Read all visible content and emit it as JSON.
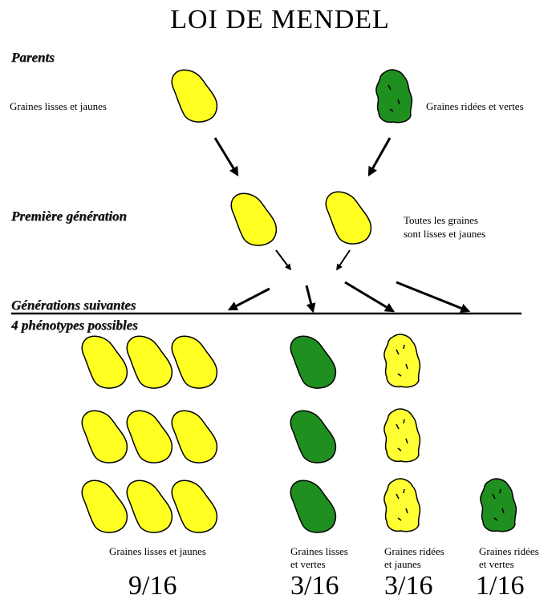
{
  "title": "LOI DE MENDEL",
  "sections": {
    "parents": "Parents",
    "first_generation": "Première génération",
    "following_generations": "Générations suivantes",
    "phenotypes": "4 phénotypes possibles"
  },
  "parents": {
    "left_label": "Graines lisses et jaunes",
    "right_label": "Graines ridées et vertes"
  },
  "first_generation_note": {
    "line1": "Toutes les graines",
    "line2": "sont lisses et jaunes"
  },
  "phenotypes": [
    {
      "label_line1": "Graines lisses et jaunes",
      "label_line2": "",
      "fraction": "9/16",
      "count": 9,
      "shape": "smooth",
      "color": "#ffff22"
    },
    {
      "label_line1": "Graines lisses",
      "label_line2": "et vertes",
      "fraction": "3/16",
      "count": 3,
      "shape": "smooth",
      "color": "#1f8f1f"
    },
    {
      "label_line1": "Graines ridées",
      "label_line2": "et jaunes",
      "fraction": "3/16",
      "count": 3,
      "shape": "wrinkled",
      "color": "#ffff33"
    },
    {
      "label_line1": "Graines ridées",
      "label_line2": "et vertes",
      "fraction": "1/16",
      "count": 1,
      "shape": "wrinkled",
      "color": "#1f8f1f"
    }
  ]
}
